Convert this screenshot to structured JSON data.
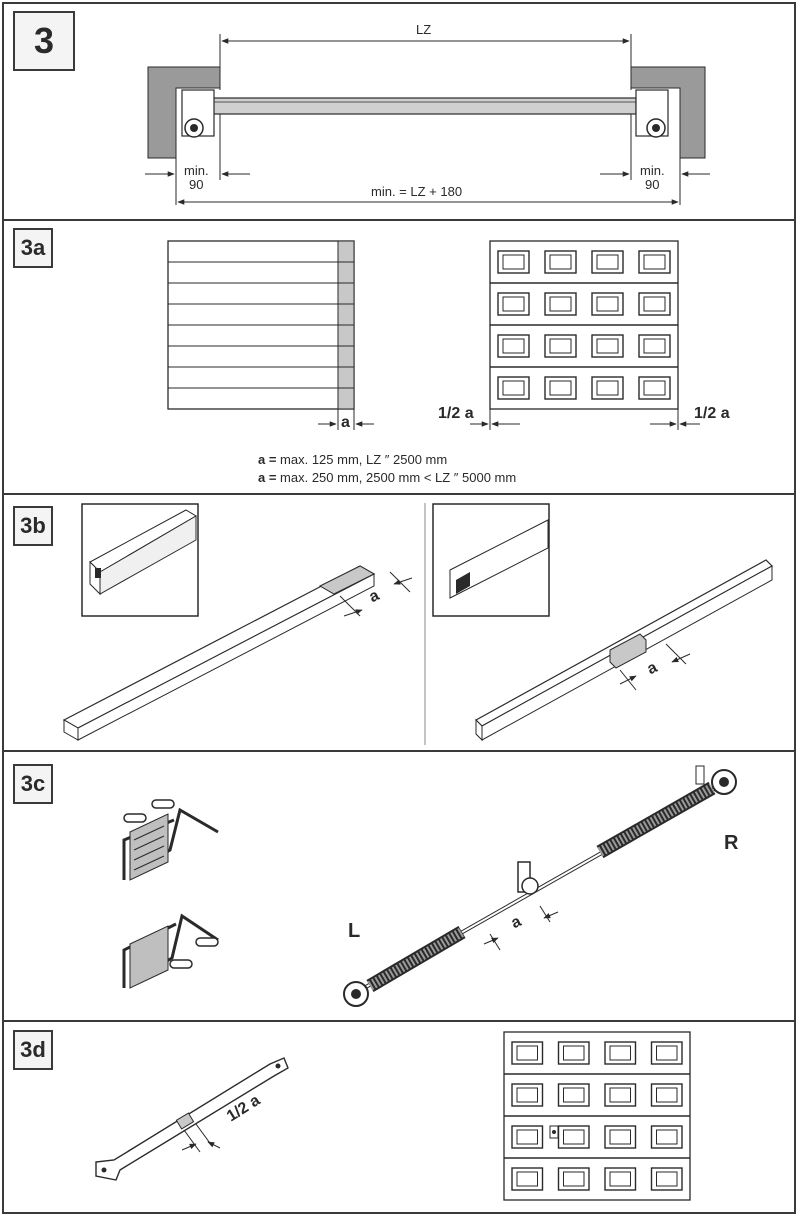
{
  "panels": {
    "p3": {
      "label": "3",
      "lz": "LZ",
      "min_left": "min.",
      "min_left_val": "90",
      "min_right": "min.",
      "min_right_val": "90",
      "overall": "min. = LZ + 180"
    },
    "p3a": {
      "label": "3a",
      "a_left": "a",
      "half_left": "1/2 a",
      "half_right": "1/2 a",
      "note1_bold": "a =",
      "note1_rest": " max. 125 mm, LZ ″ 2500 mm",
      "note2_bold": "a =",
      "note2_rest": " max. 250 mm, 2500 mm < LZ ″ 5000 mm"
    },
    "p3b": {
      "label": "3b",
      "a_left": "a",
      "a_right": "a"
    },
    "p3c": {
      "label": "3c",
      "a": "a",
      "left": "L",
      "right": "R"
    },
    "p3d": {
      "label": "3d",
      "half_a": "1/2 a"
    }
  },
  "colors": {
    "line": "#2a2a2a",
    "wall": "#9a9a9a",
    "shade": "#c8c8c8"
  }
}
